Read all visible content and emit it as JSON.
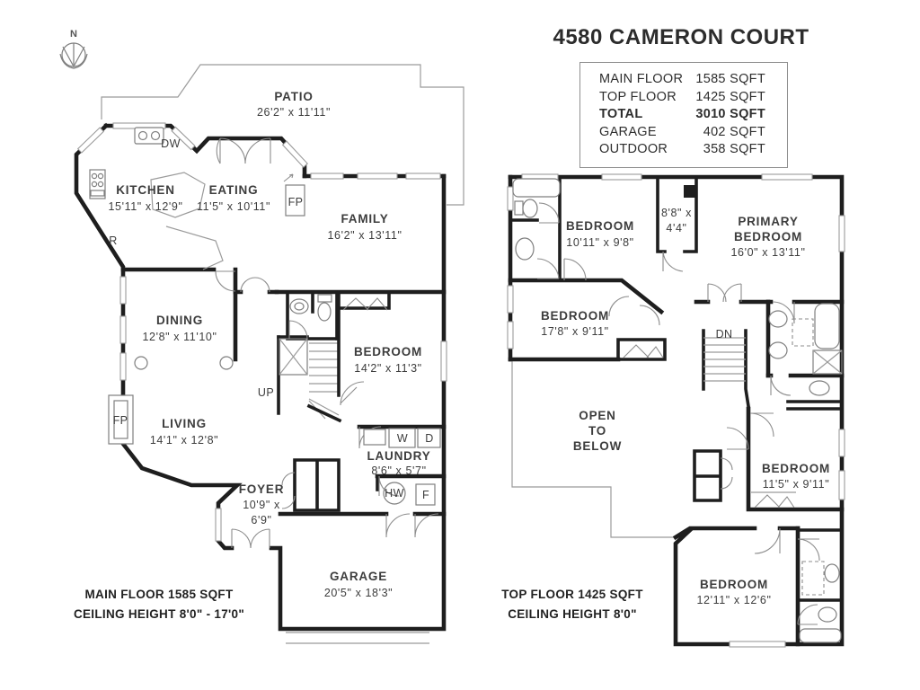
{
  "title": "4580 CAMERON COURT",
  "colors": {
    "wall": "#1e1e1e",
    "text": "#3d3d3d",
    "background": "#ffffff"
  },
  "compass": {
    "label": "N"
  },
  "area_table": {
    "rows": [
      {
        "label": "MAIN FLOOR",
        "value": "1585 SQFT",
        "bold": false
      },
      {
        "label": "TOP FLOOR",
        "value": "1425 SQFT",
        "bold": false
      },
      {
        "label": "TOTAL",
        "value": "3010 SQFT",
        "bold": true
      },
      {
        "label": "GARAGE",
        "value": "402 SQFT",
        "bold": false
      },
      {
        "label": "OUTDOOR",
        "value": "358 SQFT",
        "bold": false
      }
    ]
  },
  "main_floor": {
    "rooms": {
      "patio": [
        "PATIO",
        "26'2\" x 11'11\""
      ],
      "kitchen": [
        "KITCHEN",
        "15'11\" x 12'9\""
      ],
      "eating": [
        "EATING",
        "11'5\" x 10'11\""
      ],
      "family": [
        "FAMILY",
        "16'2\" x 13'11\""
      ],
      "dining": [
        "DINING",
        "12'8\" x 11'10\""
      ],
      "bedroom": [
        "BEDROOM",
        "14'2\" x 11'3\""
      ],
      "living": [
        "LIVING",
        "14'1\" x 12'8\""
      ],
      "laundry": [
        "LAUNDRY",
        "8'6\" x 5'7\""
      ],
      "foyer": [
        "FOYER",
        "10'9\" x",
        "6'9\""
      ],
      "garage": [
        "GARAGE",
        "20'5\" x 18'3\""
      ]
    },
    "fixtures": {
      "dishwasher": "DW",
      "range": "R",
      "fireplace_family": "FP",
      "fireplace_living": "FP",
      "stairs_up": "UP",
      "washer": "W",
      "dryer": "D",
      "hot_water_tank": "HW",
      "furnace": "F"
    },
    "footer": [
      "MAIN FLOOR 1585 SQFT",
      "CEILING HEIGHT 8'0\" - 17'0\""
    ]
  },
  "top_floor": {
    "rooms": {
      "bedroom2": [
        "BEDROOM",
        "10'11\" x 9'8\""
      ],
      "chase": [
        "8'8\" x",
        "4'4\""
      ],
      "primary": [
        "PRIMARY",
        "BEDROOM",
        "16'0\" x 13'11\""
      ],
      "bedroom3": [
        "BEDROOM",
        "17'8\" x 9'11\""
      ],
      "open": [
        "OPEN",
        "TO",
        "BELOW"
      ],
      "bedroom4": [
        "BEDROOM",
        "11'5\" x 9'11\""
      ],
      "bedroom5": [
        "BEDROOM",
        "12'11\" x 12'6\""
      ]
    },
    "fixtures": {
      "stairs_dn": "DN"
    },
    "footer": [
      "TOP FLOOR 1425 SQFT",
      "CEILING HEIGHT 8'0\""
    ]
  }
}
